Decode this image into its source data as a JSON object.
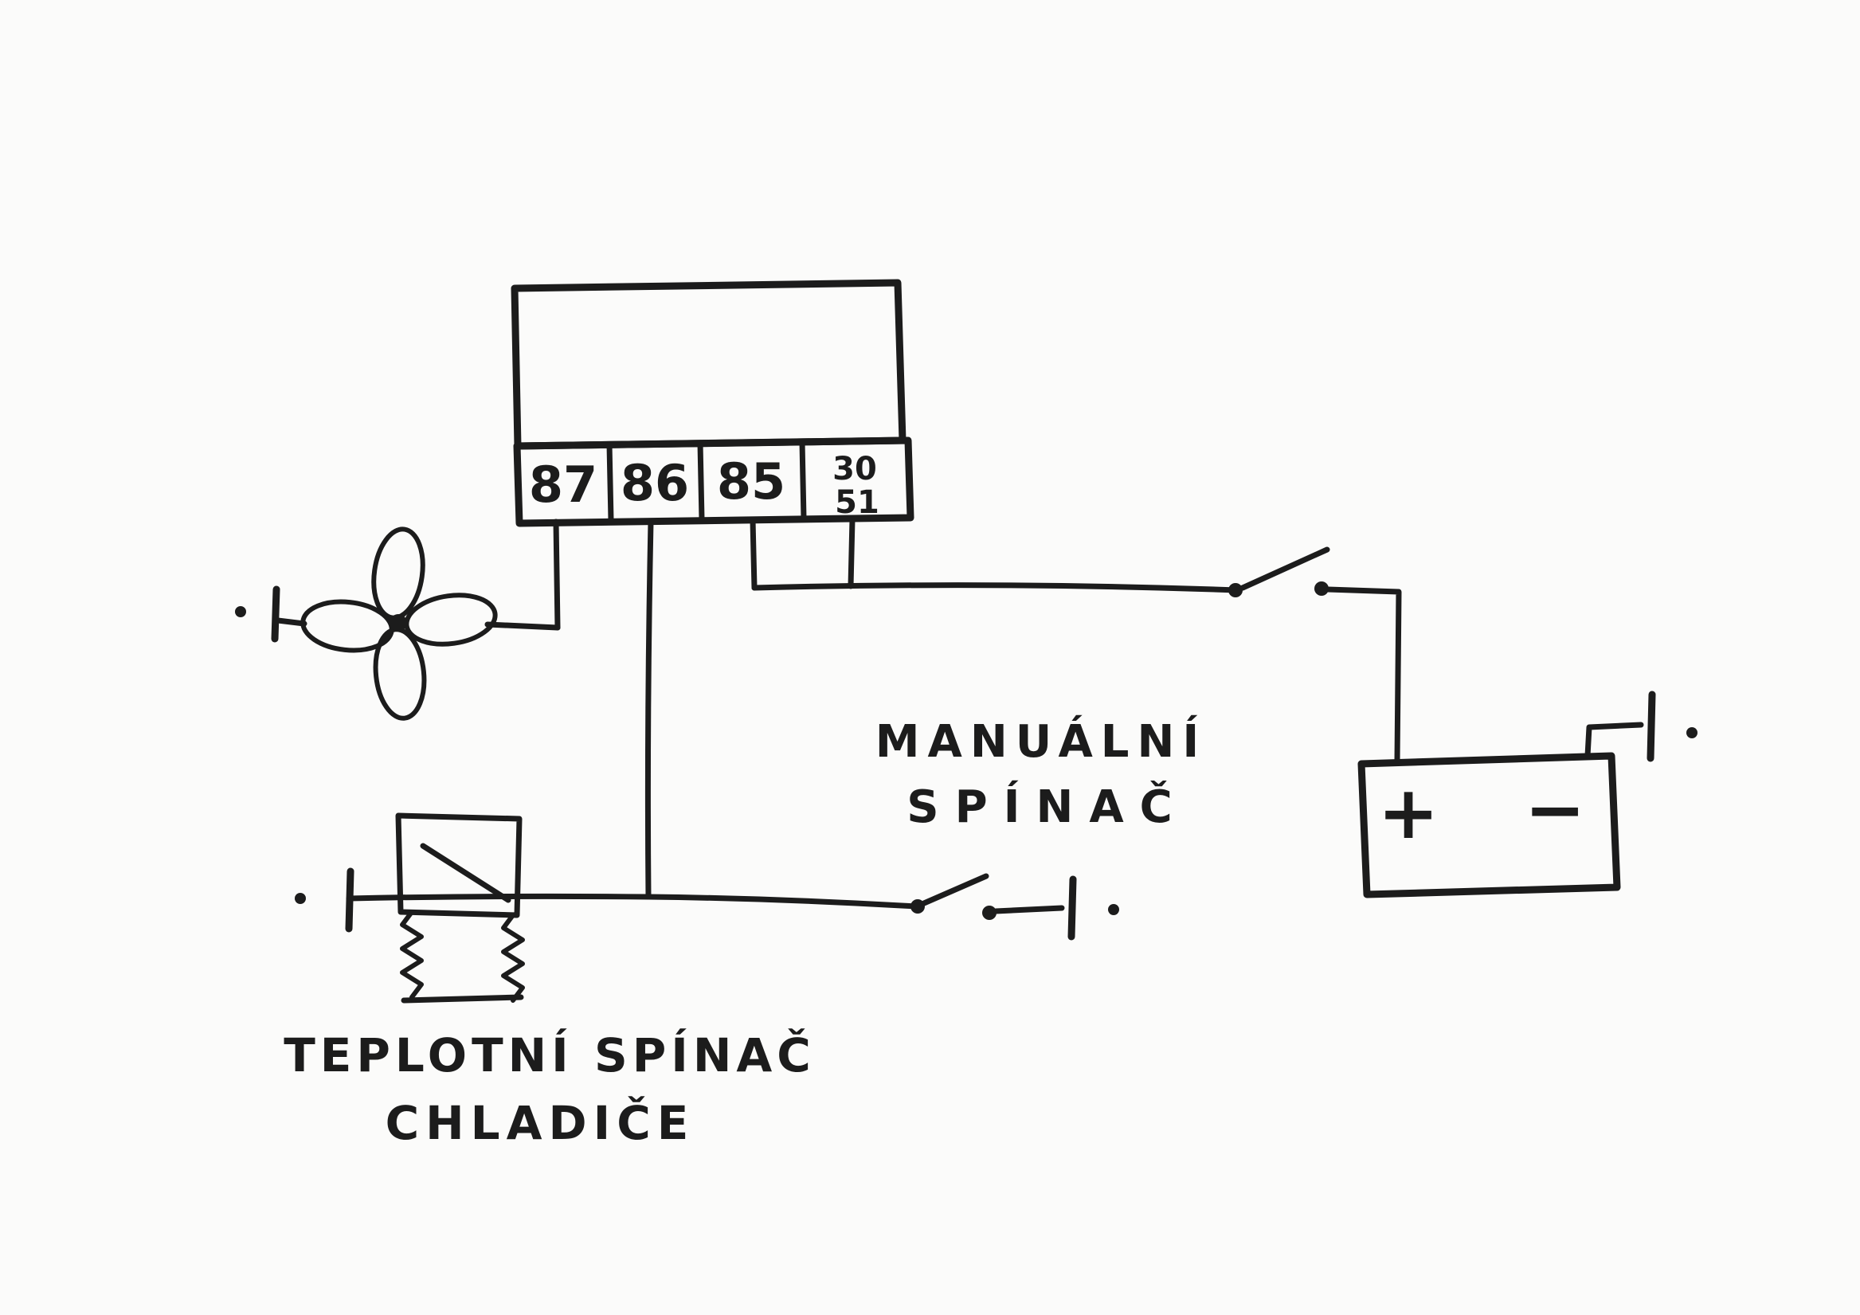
{
  "colors": {
    "ink": "#1c1c1c",
    "paper": "#fbfbfa"
  },
  "relay": {
    "terminals": {
      "t87": "87",
      "t86": "86",
      "t85": "85",
      "t30": "30",
      "t51": "51"
    }
  },
  "battery": {
    "plus": "+",
    "minus": "−"
  },
  "labels": {
    "manual_switch_line1": "MANUÁLNÍ",
    "manual_switch_line2": "SPÍNAČ",
    "temp_switch_line1": "TEPLOTNÍ SPÍNAČ",
    "temp_switch_line2": "CHLADIČE"
  }
}
